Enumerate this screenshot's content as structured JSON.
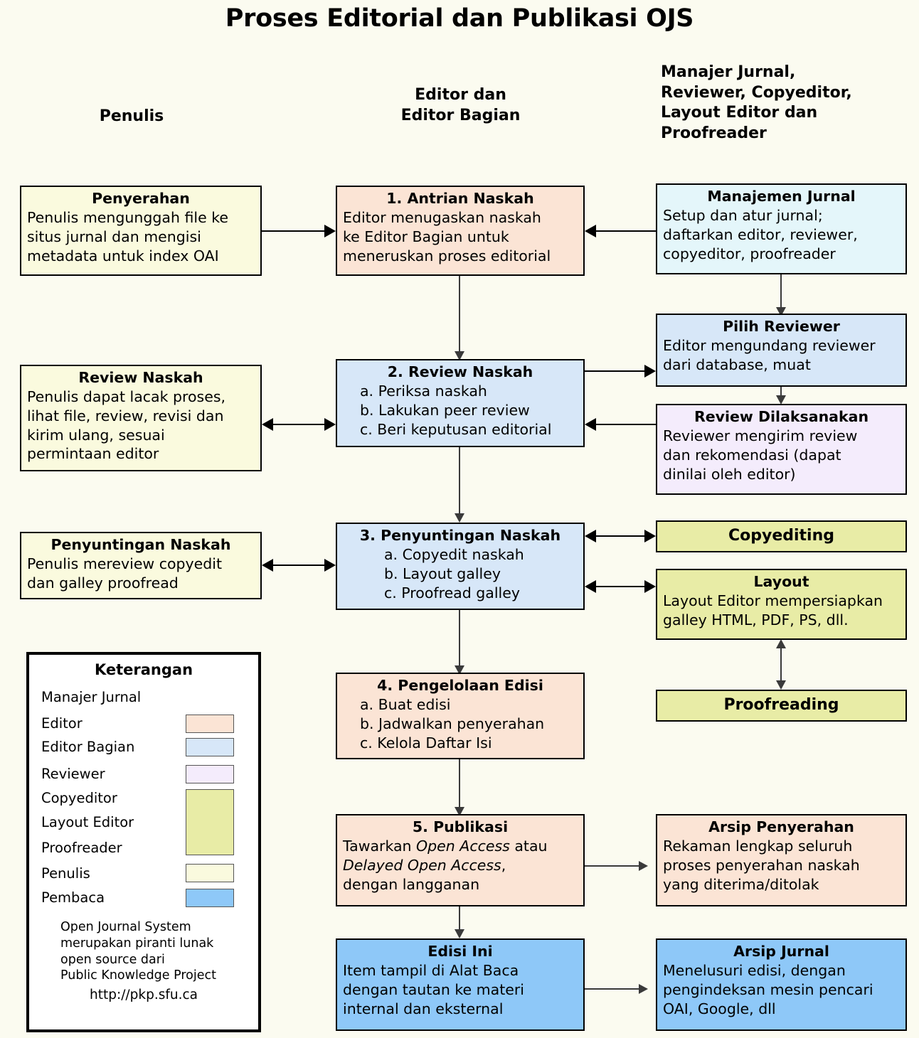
{
  "title": "Proses Editorial dan Publikasi OJS",
  "column_headings": {
    "left": "Penulis",
    "center_line1": "Editor dan",
    "center_line2": "Editor Bagian",
    "right_line1": "Manajer Jurnal,",
    "right_line2": "Reviewer, Copyeditor,",
    "right_line3": "Layout Editor dan",
    "right_line4": "Proofreader"
  },
  "boxes": {
    "penyerahan": {
      "title": "Penyerahan",
      "l1": "Penulis mengunggah file ke",
      "l2": "situs jurnal dan mengisi",
      "l3": "metadata untuk index OAI"
    },
    "antrian": {
      "title": "1. Antrian Naskah",
      "l1": "Editor menugaskan naskah",
      "l2": "ke Editor Bagian untuk",
      "l3": "meneruskan proses editorial"
    },
    "manajemen": {
      "title": "Manajemen Jurnal",
      "l1": "Setup dan atur jurnal;",
      "l2": "daftarkan editor, reviewer,",
      "l3": "copyeditor, proofreader"
    },
    "review_naskah_penulis": {
      "title": "Review Naskah",
      "l1": "Penulis dapat lacak proses,",
      "l2": "lihat file, review, revisi dan",
      "l3": "kirim ulang, sesuai",
      "l4": "permintaan editor"
    },
    "review_naskah": {
      "title": "2. Review Naskah",
      "l1": "a. Periksa naskah",
      "l2": "b. Lakukan peer review",
      "l3": "c. Beri keputusan editorial"
    },
    "pilih_reviewer": {
      "title": "Pilih Reviewer",
      "l1": "Editor mengundang reviewer",
      "l2": "dari database, muat"
    },
    "review_dilaksanakan": {
      "title": "Review Dilaksanakan",
      "l1": "Reviewer mengirim review",
      "l2": "dan rekomendasi (dapat",
      "l3": "dinilai oleh editor)"
    },
    "penyuntingan_penulis": {
      "title": "Penyuntingan Naskah",
      "l1": "Penulis mereview copyedit",
      "l2": "dan galley proofread"
    },
    "penyuntingan": {
      "title": "3. Penyuntingan Naskah",
      "l1": "a. Copyedit naskah",
      "l2": "b. Layout galley",
      "l3": "c. Proofread galley"
    },
    "copyediting": {
      "title": "Copyediting"
    },
    "layout": {
      "title": "Layout",
      "l1": "Layout Editor mempersiapkan",
      "l2": "galley HTML, PDF, PS, dll."
    },
    "proofreading": {
      "title": "Proofreading"
    },
    "pengelolaan": {
      "title": "4. Pengelolaan Edisi",
      "l1": "a. Buat edisi",
      "l2": "b. Jadwalkan penyerahan",
      "l3": "c. Kelola Daftar Isi"
    },
    "publikasi": {
      "title": "5. Publikasi",
      "l1_pre": "Tawarkan ",
      "l1_em": "Open Access",
      "l1_post": " atau",
      "l2_em": "Delayed Open Access",
      "l2_post": ",",
      "l3": "dengan langganan"
    },
    "arsip_penyerahan": {
      "title": "Arsip Penyerahan",
      "l1": "Rekaman lengkap seluruh",
      "l2": "proses penyerahan naskah",
      "l3": "yang diterima/ditolak"
    },
    "edisi_ini": {
      "title": "Edisi Ini",
      "l1": "Item tampil di Alat Baca",
      "l2": "dengan tautan ke materi",
      "l3": "internal dan eksternal"
    },
    "arsip_jurnal": {
      "title": "Arsip Jurnal",
      "l1": "Menelusuri edisi, dengan",
      "l2": "pengindeksan mesin pencari",
      "l3": "OAI, Google, dll"
    }
  },
  "legend": {
    "title": "Keterangan",
    "items": [
      {
        "label": "Manajer Jurnal",
        "color": null
      },
      {
        "label": "Editor",
        "color": "#fbe4d5"
      },
      {
        "label": "Editor Bagian",
        "color": "#d7e7f8"
      },
      {
        "label": "Reviewer",
        "color": "#f4ecfc"
      },
      {
        "label": "Copyeditor",
        "color": "#e8eca6"
      },
      {
        "label": "Layout Editor",
        "color": "#e8eca6"
      },
      {
        "label": "Proofreader",
        "color": "#e8eca6"
      },
      {
        "label": "Penulis",
        "color": "#fafade"
      },
      {
        "label": "Pembaca",
        "color": "#8ec8f8"
      }
    ],
    "note_l1": "Open Journal System",
    "note_l2": "merupakan piranti lunak",
    "note_l3": "open source dari",
    "note_l4": "Public Knowledge Project",
    "url": "http://pkp.sfu.ca"
  }
}
